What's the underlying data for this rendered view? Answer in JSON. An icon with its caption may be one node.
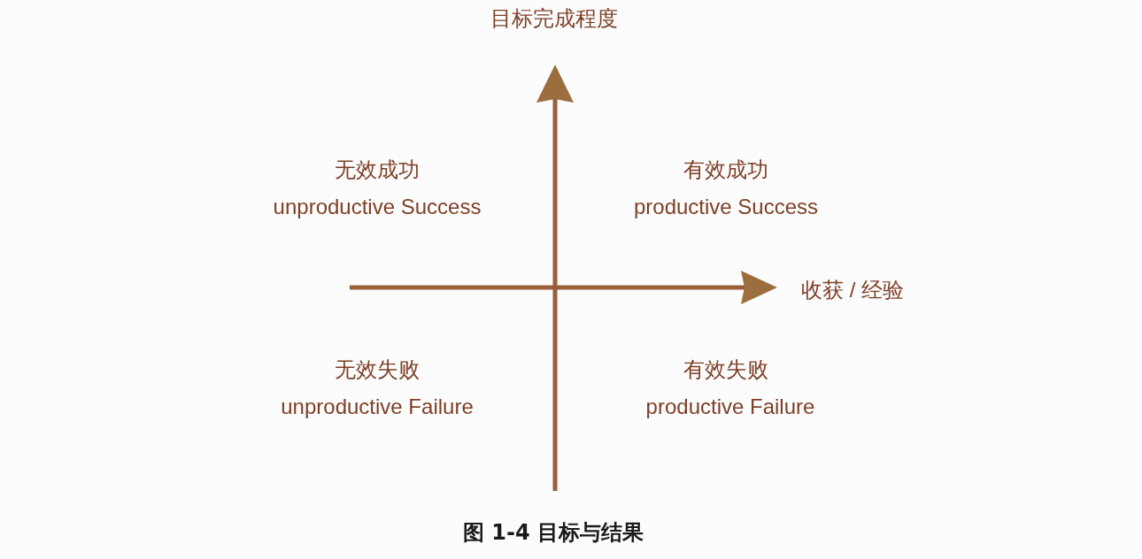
{
  "diagram": {
    "caption": "图 1-4 目标与结果",
    "labels": [
      "目标完成程度",
      "无效成功",
      "unproductive Success",
      "有效成功",
      "productive Success",
      "收获 / 经验",
      "无效失败",
      "unproductive Failure",
      "有效失败",
      "productive Failure"
    ]
  }
}
